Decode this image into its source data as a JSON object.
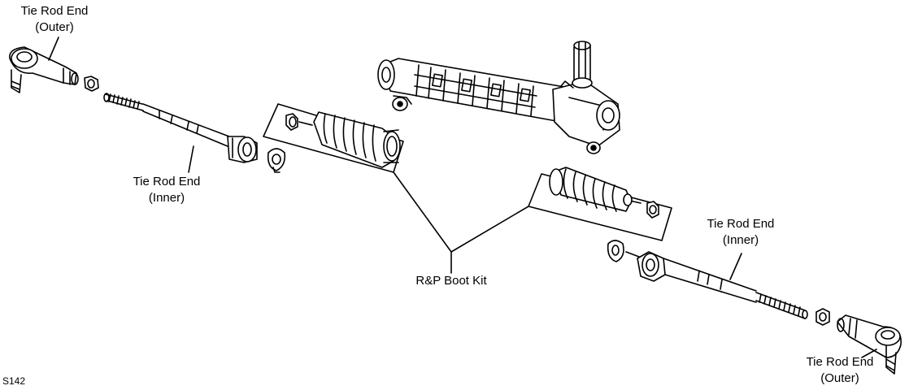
{
  "labels": {
    "outer_left": {
      "line1": "Tie Rod End",
      "line2": "(Outer)"
    },
    "inner_left": {
      "line1": "Tie Rod End",
      "line2": "(Inner)"
    },
    "inner_right": {
      "line1": "Tie Rod End",
      "line2": "(Inner)"
    },
    "outer_right": {
      "line1": "Tie Rod End",
      "line2": "(Outer)"
    },
    "boot_kit": "R&P Boot Kit"
  },
  "figure_code": "S142",
  "colors": {
    "stroke": "#000000",
    "fill": "#ffffff"
  }
}
